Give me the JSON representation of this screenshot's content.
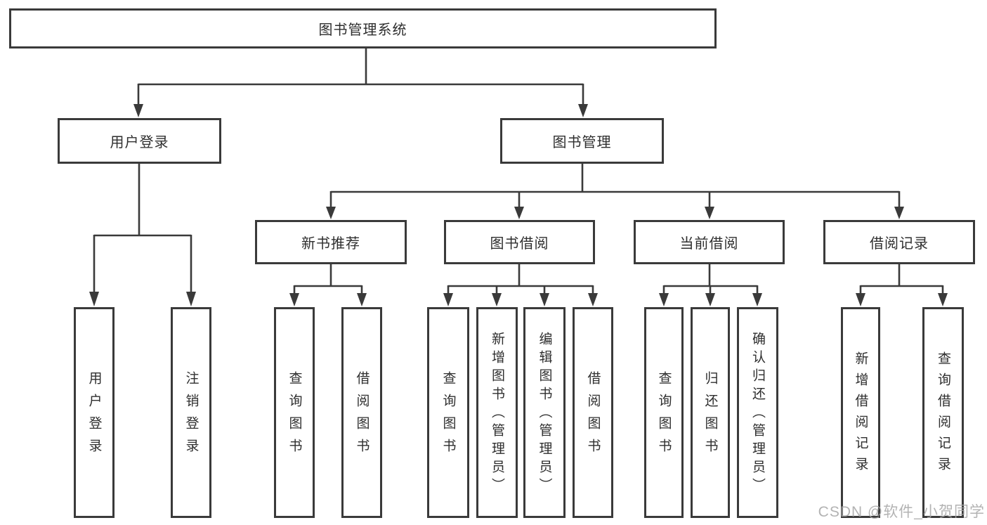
{
  "diagram": {
    "watermark": "CSDN @软件_小贺同学",
    "colors": {
      "line": "#3a3a3a",
      "text": "#2e2e2e",
      "watermark": "#a6a6a6",
      "background": "#ffffff"
    },
    "root": {
      "label": "图书管理系统",
      "children": [
        {
          "label": "用户登录",
          "children": [
            {
              "label": "用户登录"
            },
            {
              "label": "注销登录"
            }
          ]
        },
        {
          "label": "图书管理",
          "children": [
            {
              "label": "新书推荐",
              "children": [
                {
                  "label": "查询图书"
                },
                {
                  "label": "借阅图书"
                }
              ]
            },
            {
              "label": "图书借阅",
              "children": [
                {
                  "label": "查询图书"
                },
                {
                  "label": "新增图书（管理员）"
                },
                {
                  "label": "编辑图书（管理员）"
                },
                {
                  "label": "借阅图书"
                }
              ]
            },
            {
              "label": "当前借阅",
              "children": [
                {
                  "label": "查询图书"
                },
                {
                  "label": "归还图书"
                },
                {
                  "label": "确认归还（管理员）"
                }
              ]
            },
            {
              "label": "借阅记录",
              "children": [
                {
                  "label": "新增借阅记录"
                },
                {
                  "label": "查询借阅记录"
                }
              ]
            }
          ]
        }
      ]
    }
  }
}
